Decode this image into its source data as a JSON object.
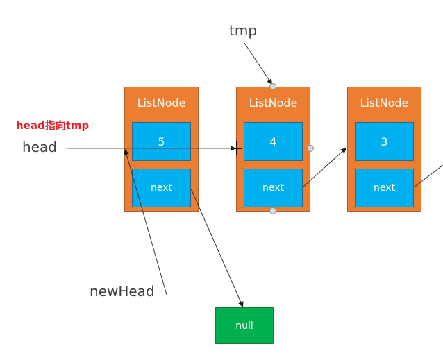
{
  "nodes": [
    {
      "title": "ListNode",
      "value": "5",
      "next": "next"
    },
    {
      "title": "ListNode",
      "value": "4",
      "next": "next"
    },
    {
      "title": "ListNode",
      "value": "3",
      "next": "next"
    }
  ],
  "labels": {
    "tmp": "tmp",
    "head": "head",
    "newHead": "newHead",
    "annotation": "head指向tmp",
    "null": "null"
  },
  "colors": {
    "node": "#ed7d31",
    "field": "#00b0f0",
    "null_box": "#00b050",
    "annotation": "#e8202a"
  }
}
